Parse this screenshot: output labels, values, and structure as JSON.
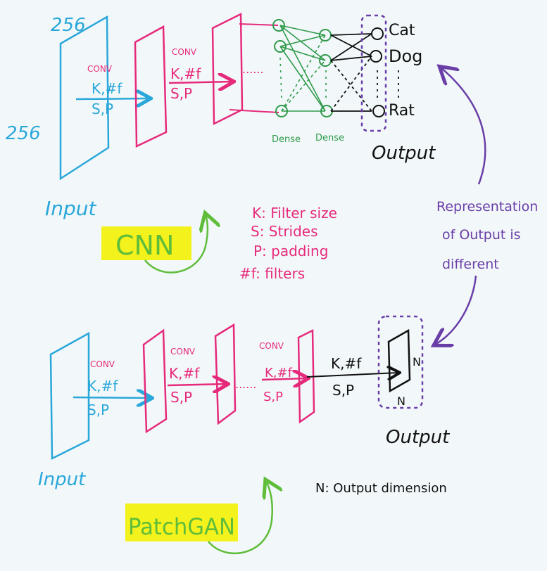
{
  "cnn": {
    "input_width": "256",
    "input_height": "256",
    "input_label": "Input",
    "conv1": "CONV",
    "conv1_params_a": "K,#f",
    "conv1_params_b": "S,P",
    "conv2": "CONV",
    "conv2_params_a": "K,#f",
    "conv2_params_b": "S,P",
    "dots": "......",
    "dense1": "Dense",
    "dense2": "Dense",
    "classes": [
      "Cat",
      "Dog",
      "Rat"
    ],
    "output_label": "Output",
    "title": "CNN"
  },
  "legend": {
    "k": "K: Filter size",
    "s": "S: Strides",
    "p": "P: padding",
    "f": "#f: filters"
  },
  "note": {
    "line1": "Representation",
    "line2": "of Output is",
    "line3": "different"
  },
  "patchgan": {
    "input_label": "Input",
    "conv1": "CONV",
    "conv1_params_a": "K,#f",
    "conv1_params_b": "S,P",
    "conv2": "CONV",
    "conv2_params_a": "K,#f",
    "conv2_params_b": "S,P",
    "dots": "......",
    "conv3": "CONV",
    "conv3_params_a": "K,#f",
    "conv3_params_b": "S,P",
    "final_params_a": "K,#f",
    "final_params_b": "S,P",
    "n_right": "N",
    "n_bottom": "N",
    "output_label": "Output",
    "dimension_note": "N: Output dimension",
    "title": "PatchGAN"
  },
  "colors": {
    "input": "#2aa7da",
    "conv": "#e62a7b",
    "dense": "#2f9a4a",
    "output": "#111111",
    "note": "#6a3ea7",
    "highlight": "#f4f21c",
    "title_text": "#5fbd3a"
  }
}
